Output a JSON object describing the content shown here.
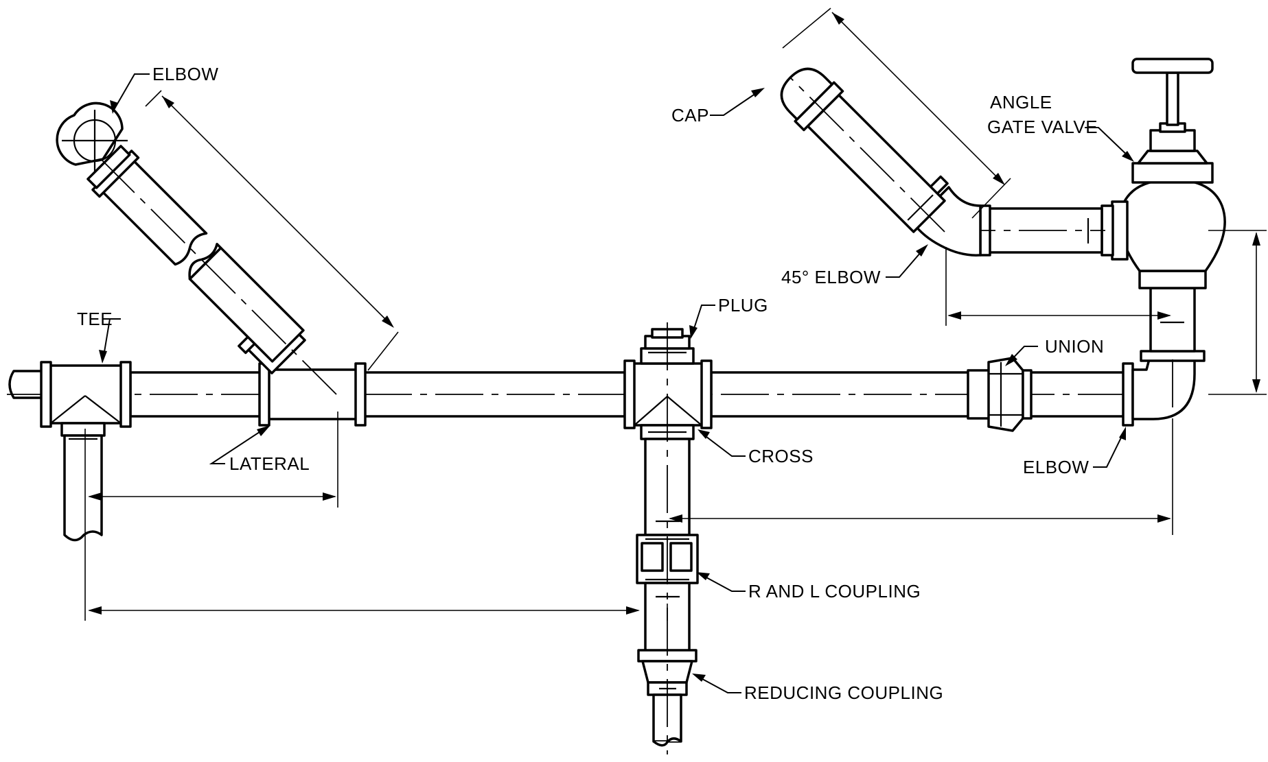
{
  "labels": {
    "elbow_top": "ELBOW",
    "tee": "TEE",
    "lateral": "LATERAL",
    "plug": "PLUG",
    "cross": "CROSS",
    "r_and_l_coupling": "R AND L COUPLING",
    "reducing_coupling": "REDUCING COUPLING",
    "cap": "CAP",
    "angle_gate_valve_line1": "ANGLE",
    "angle_gate_valve_line2": "GATE VALVE",
    "elbow_45": "45° ELBOW",
    "union": "UNION",
    "elbow_right": "ELBOW"
  }
}
